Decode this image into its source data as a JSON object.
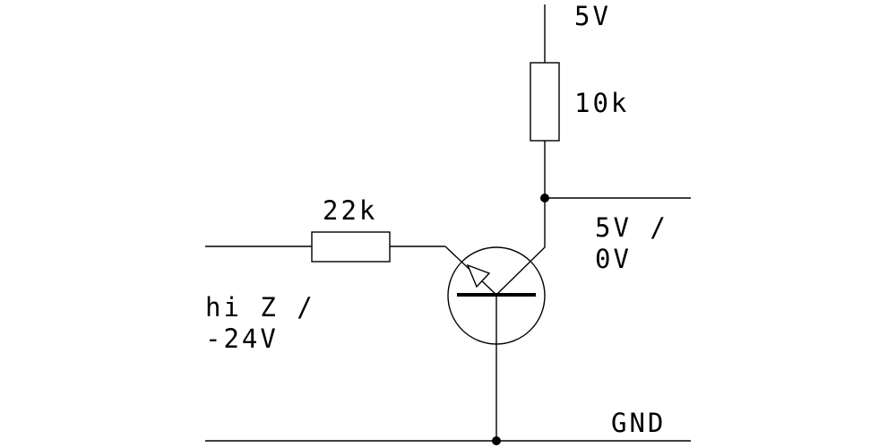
{
  "labels": {
    "supply": "5V",
    "collector_resistor": "10k",
    "base_resistor": "22k",
    "output_line1": "5V /",
    "output_line2": "0V",
    "input_line1": "hi Z /",
    "input_line2": "-24V",
    "ground": "GND"
  },
  "colors": {
    "ink": "#000000",
    "background": "#ffffff"
  }
}
